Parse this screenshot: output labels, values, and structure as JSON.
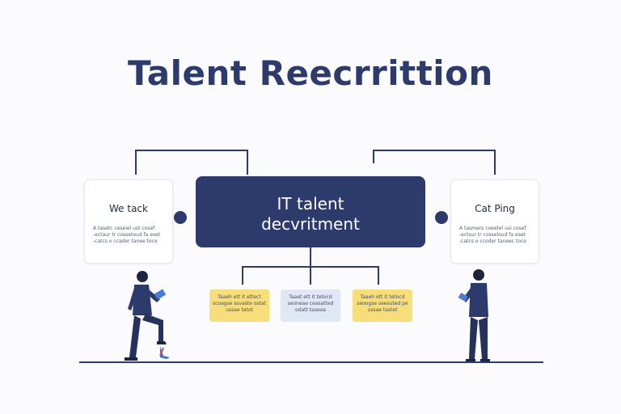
{
  "title": "Talent Reecrrittion",
  "main_node": {
    "line1": "IT talent",
    "line2": "decvritment"
  },
  "left_card": {
    "title": "We tack",
    "text": "A  tasetc  ceseiel ust  cosef\n-ectaur  tr cossetoud fa eset\n-catcs  o  ccader tanee toce"
  },
  "right_card": {
    "title": "Cat Ping",
    "text": "A  tasmers  coeetel usi  cosef\n-ectsur  tr cosseloud fa eset\n-catcs  o  ccoder taneec toce"
  },
  "sub_nodes": [
    {
      "text": "Taaeh ett it ettect\nscoagse ssvaste ostat\nussae  tatot",
      "color": "yellow"
    },
    {
      "text": "Taaet ett it tetocd\nseoneae ceasatted\nodatt  taseoa",
      "color": "blue"
    },
    {
      "text": "Taaeh ett it tetocd\nseoogse seesuted pe\nussae  tastet",
      "color": "yellow"
    }
  ],
  "colors": {
    "navy": "#2d3a6c",
    "yellow": "#f7de7a",
    "light_blue": "#e1e7f4",
    "background": "#fbfbfd"
  }
}
